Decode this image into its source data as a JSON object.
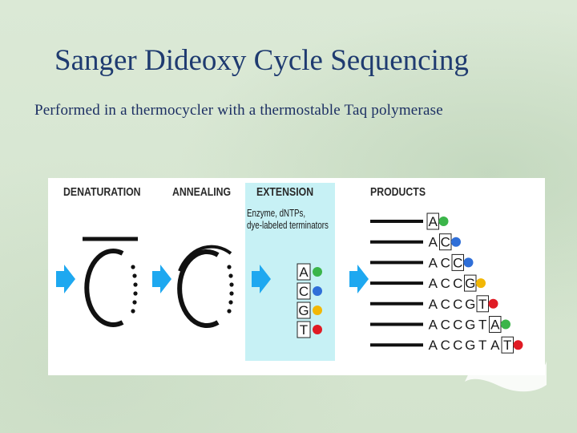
{
  "slide": {
    "title": "Sanger Dideoxy Cycle Sequencing",
    "subtitle": "Performed in a thermocycler with a thermostable Taq polymerase"
  },
  "figure": {
    "headers": {
      "denaturation": "DENATURATION",
      "annealing": "ANNEALING",
      "extension": "EXTENSION",
      "products": "PRODUCTS"
    },
    "extension_note": {
      "line1": "Enzyme, dNTPs,",
      "line2": "dye-labeled terminators"
    },
    "terminators": [
      {
        "base": "A",
        "color": "#3bb54a"
      },
      {
        "base": "C",
        "color": "#2f6fd8"
      },
      {
        "base": "G",
        "color": "#f2b705"
      },
      {
        "base": "T",
        "color": "#e01b24"
      }
    ],
    "products": [
      {
        "bases": "A",
        "dye": "#3bb54a"
      },
      {
        "bases": "AC",
        "dye": "#2f6fd8"
      },
      {
        "bases": "ACC",
        "dye": "#2f6fd8"
      },
      {
        "bases": "ACCG",
        "dye": "#f2b705"
      },
      {
        "bases": "ACCGT",
        "dye": "#e01b24"
      },
      {
        "bases": "ACCGTA",
        "dye": "#3bb54a"
      },
      {
        "bases": "ACCGTAT",
        "dye": "#e01b24"
      }
    ],
    "arrow_color": "#1ea8f0"
  }
}
